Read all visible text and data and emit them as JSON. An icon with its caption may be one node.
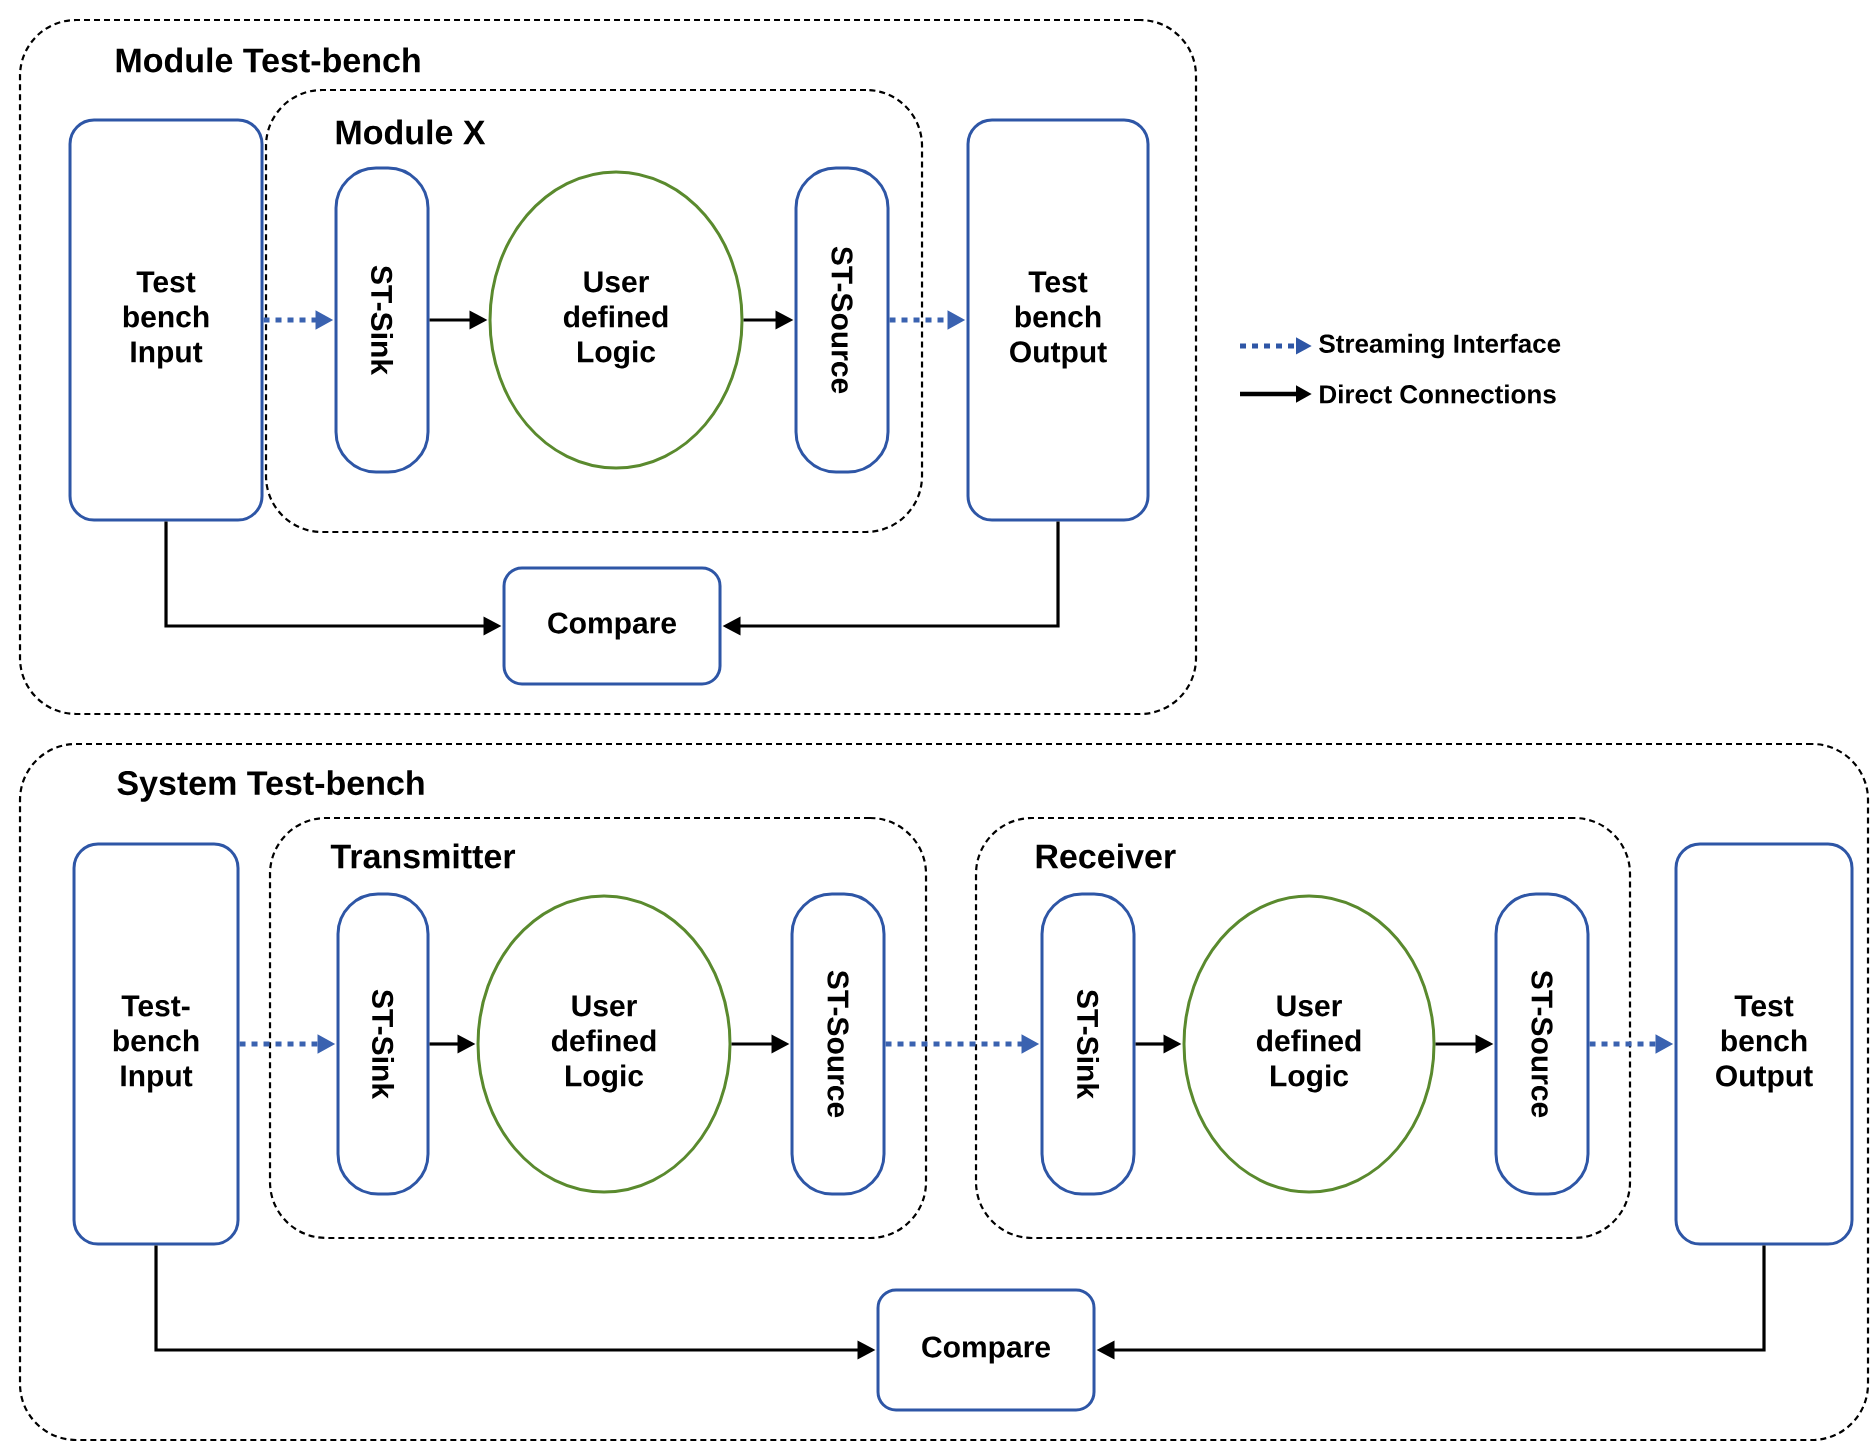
{
  "diagram": {
    "nodes": [
      {
        "text": [
          "Module Test-bench"
        ]
      },
      {
        "text": [
          "Module X"
        ],
        "in": 0
      },
      {
        "text": [
          "Test bench Input"
        ],
        "in": 0
      },
      {
        "text": [
          "ST-Sink"
        ],
        "in": 1
      },
      {
        "text": [
          "User defined Logic"
        ],
        "in": 1
      },
      {
        "text": [
          "ST-Source"
        ],
        "in": 1
      },
      {
        "text": [
          "Test bench Output"
        ],
        "in": 0
      },
      {
        "text": [
          "Compare"
        ],
        "in": 0
      },
      {
        "text": [
          "System Test-bench"
        ]
      },
      {
        "text": [
          "Transmitter"
        ],
        "in": 8
      },
      {
        "text": [
          "Test-bench Input"
        ],
        "in": 8
      },
      {
        "text": [
          "ST-Sink"
        ],
        "in": 9
      },
      {
        "text": [
          "User defined Logic"
        ],
        "in": 9
      },
      {
        "text": [
          "ST-Source"
        ],
        "in": 9
      },
      {
        "text": [
          "Receiver"
        ],
        "in": 8
      },
      {
        "text": [
          "ST-Sink"
        ],
        "in": 14
      },
      {
        "text": [
          "User defined Logic"
        ],
        "in": 14
      },
      {
        "text": [
          "ST-Source"
        ],
        "in": 14
      },
      {
        "text": [
          "Test bench Output"
        ],
        "in": 8
      },
      {
        "text": [
          "Compare"
        ],
        "in": 8
      }
    ],
    "edges": [
      {
        "from": 2,
        "to": 3,
        "arrow": "to",
        "style": "dashed",
        "color": "#3a62b0"
      },
      {
        "from": 3,
        "to": 4,
        "arrow": "to"
      },
      {
        "from": 4,
        "to": 5,
        "arrow": "to"
      },
      {
        "from": 5,
        "to": 6,
        "arrow": "to",
        "style": "dashed",
        "color": "#3a62b0"
      },
      {
        "from": 2,
        "to": 7,
        "arrow": "to"
      },
      {
        "from": 6,
        "to": 7,
        "arrow": "to"
      },
      {
        "from": 10,
        "to": 11,
        "arrow": "to",
        "style": "dashed",
        "color": "#3a62b0"
      },
      {
        "from": 11,
        "to": 12,
        "arrow": "to"
      },
      {
        "from": 12,
        "to": 13,
        "arrow": "to"
      },
      {
        "from": 13,
        "to": 15,
        "arrow": "to",
        "style": "dashed",
        "color": "#3a62b0"
      },
      {
        "from": 15,
        "to": 16,
        "arrow": "to"
      },
      {
        "from": 16,
        "to": 17,
        "arrow": "to"
      },
      {
        "from": 17,
        "to": 18,
        "arrow": "to",
        "style": "dashed",
        "color": "#3a62b0"
      },
      {
        "from": 10,
        "to": 19,
        "arrow": "to"
      },
      {
        "from": 18,
        "to": 19,
        "arrow": "to"
      }
    ],
    "legend": [
      {
        "text": "Streaming Interface"
      },
      {
        "text": "Direct Connections"
      }
    ]
  }
}
